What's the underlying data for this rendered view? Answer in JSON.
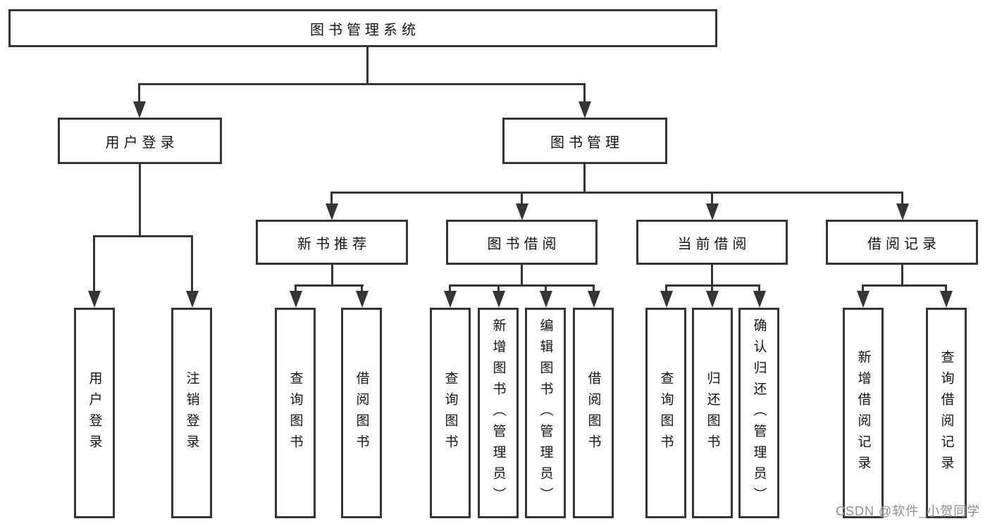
{
  "tree": {
    "root": "图书管理系统",
    "branches": [
      {
        "label": "用户登录",
        "children": [
          "用户登录",
          "注销登录"
        ]
      },
      {
        "label": "图书管理",
        "groups": [
          {
            "label": "新书推荐",
            "children": [
              "查询图书",
              "借阅图书"
            ]
          },
          {
            "label": "图书借阅",
            "children": [
              "查询图书",
              "新增图书（管理员）",
              "编辑图书（管理员）",
              "借阅图书"
            ]
          },
          {
            "label": "当前借阅",
            "children": [
              "查询图书",
              "归还图书",
              "确认归还（管理员）"
            ]
          },
          {
            "label": "借阅记录",
            "children": [
              "新增借阅记录",
              "查询借阅记录"
            ]
          }
        ]
      }
    ]
  },
  "colors": {
    "line": "#353535",
    "text": "#141414",
    "background": "#ffffff",
    "watermark": "#8f8f8f"
  },
  "watermark": "CSDN @软件_小贺同学"
}
